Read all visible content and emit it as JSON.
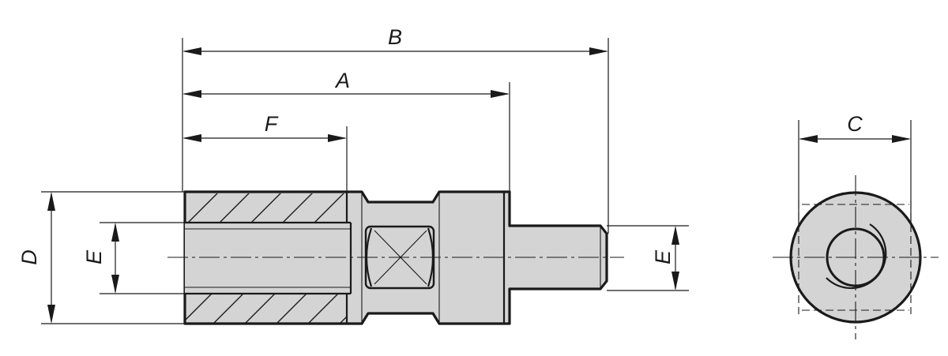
{
  "dimensions": {
    "B": "B",
    "A": "A",
    "F": "F",
    "C": "C",
    "D": "D",
    "E_left": "E",
    "E_right": "E"
  },
  "colors": {
    "line": "#1a1a1a",
    "fill": "#d4d4d4",
    "background": "#ffffff"
  }
}
